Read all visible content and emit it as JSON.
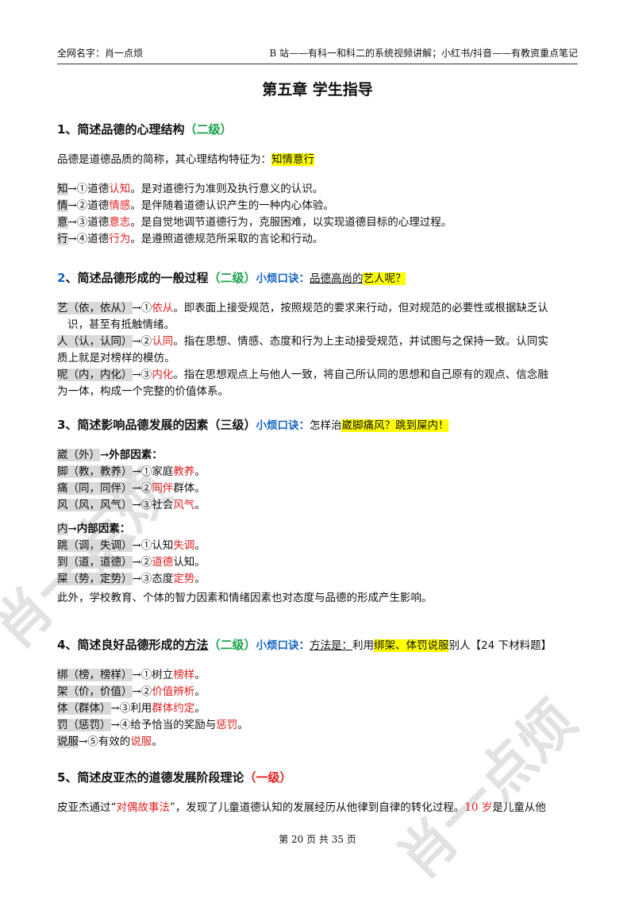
{
  "header": {
    "left": "全网名字：肖一点烦",
    "right": "B 站——有科一和科二的系统视频讲解；小红书/抖音——有教资重点笔记"
  },
  "chapter_title": "第五章  学生指导",
  "s1": {
    "heading": "1、简述品德的心理结构",
    "level": "（二级）",
    "intro_a": "品德是道德品质的简称，其心理结构特征为：",
    "intro_hl": "知情意行",
    "items": [
      {
        "key": "知",
        "arrow": "→①道德",
        "red": "认知",
        "rest": "。是对道德行为准则及执行意义的认识。"
      },
      {
        "key": "情",
        "arrow": "→②道德",
        "red": "情感",
        "rest": "。是伴随着道德认识产生的一种内心体验。"
      },
      {
        "key": "意",
        "arrow": "→③道德",
        "red": "意志",
        "rest": "。是自觉地调节道德行为，克服困难，以实现道德目标的心理过程。"
      },
      {
        "key": "行",
        "arrow": "→④道德",
        "red": "行为",
        "rest": "。是遵照道德规范所采取的言论和行动。"
      }
    ]
  },
  "s2": {
    "num": "2",
    "heading": "、简述品德形成的一般过程",
    "level": "（二级）",
    "mnemonic_label": "小烦口诀：",
    "mnemonic_u": "品德高尚的",
    "mnemonic_hl": "艺人呢？",
    "items": [
      {
        "key": "艺（依，依从）",
        "arrow": "→①",
        "red": "依从",
        "rest": "。即表面上接受规范，按照规范的要求来行动，但对规范的必要性或根据缺乏认",
        "rest2": "识，甚至有抵触情绪。"
      },
      {
        "key": "人（认，认同）",
        "arrow": "→②",
        "red": "认同",
        "rest": "。指在思想、情感、态度和行为上主动接受规范，并试图与之保持一致。认同实",
        "rest2": "质上就是对榜样的模仿。"
      },
      {
        "key": "呢（内，内化）",
        "arrow": "→③",
        "red": "内化",
        "rest": "。指在思想观点上与他人一致，将自己所认同的思想和自己原有的观点、信念融",
        "rest2": "为一体，构成一个完整的价值体系。"
      }
    ]
  },
  "s3": {
    "heading": "3、简述影响品德发展的因素（三级）",
    "mnemonic_label": "小烦口诀：",
    "mnemonic_a": "怎样治",
    "mnemonic_hl": "崴脚痛风？跳到屎内！",
    "ext_key": "崴（外）",
    "ext_label": "→外部因素：",
    "ext": [
      {
        "key": "脚（教，教养）",
        "pre": "→①家庭",
        "red": "教养",
        "post": "。"
      },
      {
        "key": "痛（同，同伴）",
        "pre": "→②",
        "red": "同伴",
        "post": "群体。"
      },
      {
        "key": "风（风，风气）",
        "pre": "→③社会",
        "red": "风气",
        "post": "。"
      }
    ],
    "int_key": "内",
    "int_label": "→内部因素：",
    "int": [
      {
        "key": "跳（调，失调）",
        "pre": "→①认知",
        "red": "失调",
        "post": "。"
      },
      {
        "key": "到（道，道德）",
        "pre": "→②",
        "red": "道德",
        "post": "认知。"
      },
      {
        "key": "屎（势，定势）",
        "pre": "→③态度",
        "red": "定势",
        "post": "。"
      }
    ],
    "note": "此外，学校教育、个体的智力因素和情绪因素也对态度与品德的形成产生影响。"
  },
  "s4": {
    "heading_a": "4、简述良好品德形成的",
    "heading_u": "方法",
    "level": "（二级）",
    "mnemonic_label": "小烦口诀：",
    "mnemonic_u": "方法是：",
    "mnemonic_a": "利用",
    "mnemonic_hl": "绑架、体罚说服",
    "mnemonic_b": "别人【24 下材料题】",
    "items": [
      {
        "key": "绑（榜，榜样）",
        "pre": "→①树立",
        "red": "榜样",
        "post": "。"
      },
      {
        "key": "架（价，价值）",
        "pre": "→②",
        "red": "价值辨析",
        "post": "。"
      },
      {
        "key": "体（群体）",
        "pre": "→③利用",
        "red": "群体约定",
        "post": "。"
      },
      {
        "key": "罚（惩罚）",
        "pre": "→④给予恰当的奖励与",
        "red": "惩罚",
        "post": "。"
      },
      {
        "key": "说服",
        "pre": "→⑤有效的",
        "red": "说服",
        "post": "。"
      }
    ]
  },
  "s5": {
    "heading": "5、简述皮亚杰的道德发展阶段理论",
    "level": "（一级）",
    "text_a": "皮亚杰通过“",
    "text_red": "对偶故事法",
    "text_b": "”，发现了儿童道德认知的发展经历从他律到自律的转化过程。",
    "text_red2": "10 岁",
    "text_c": "是儿童从他"
  },
  "footer": "第 20 页 共 35 页",
  "watermark": "肖一点烦"
}
